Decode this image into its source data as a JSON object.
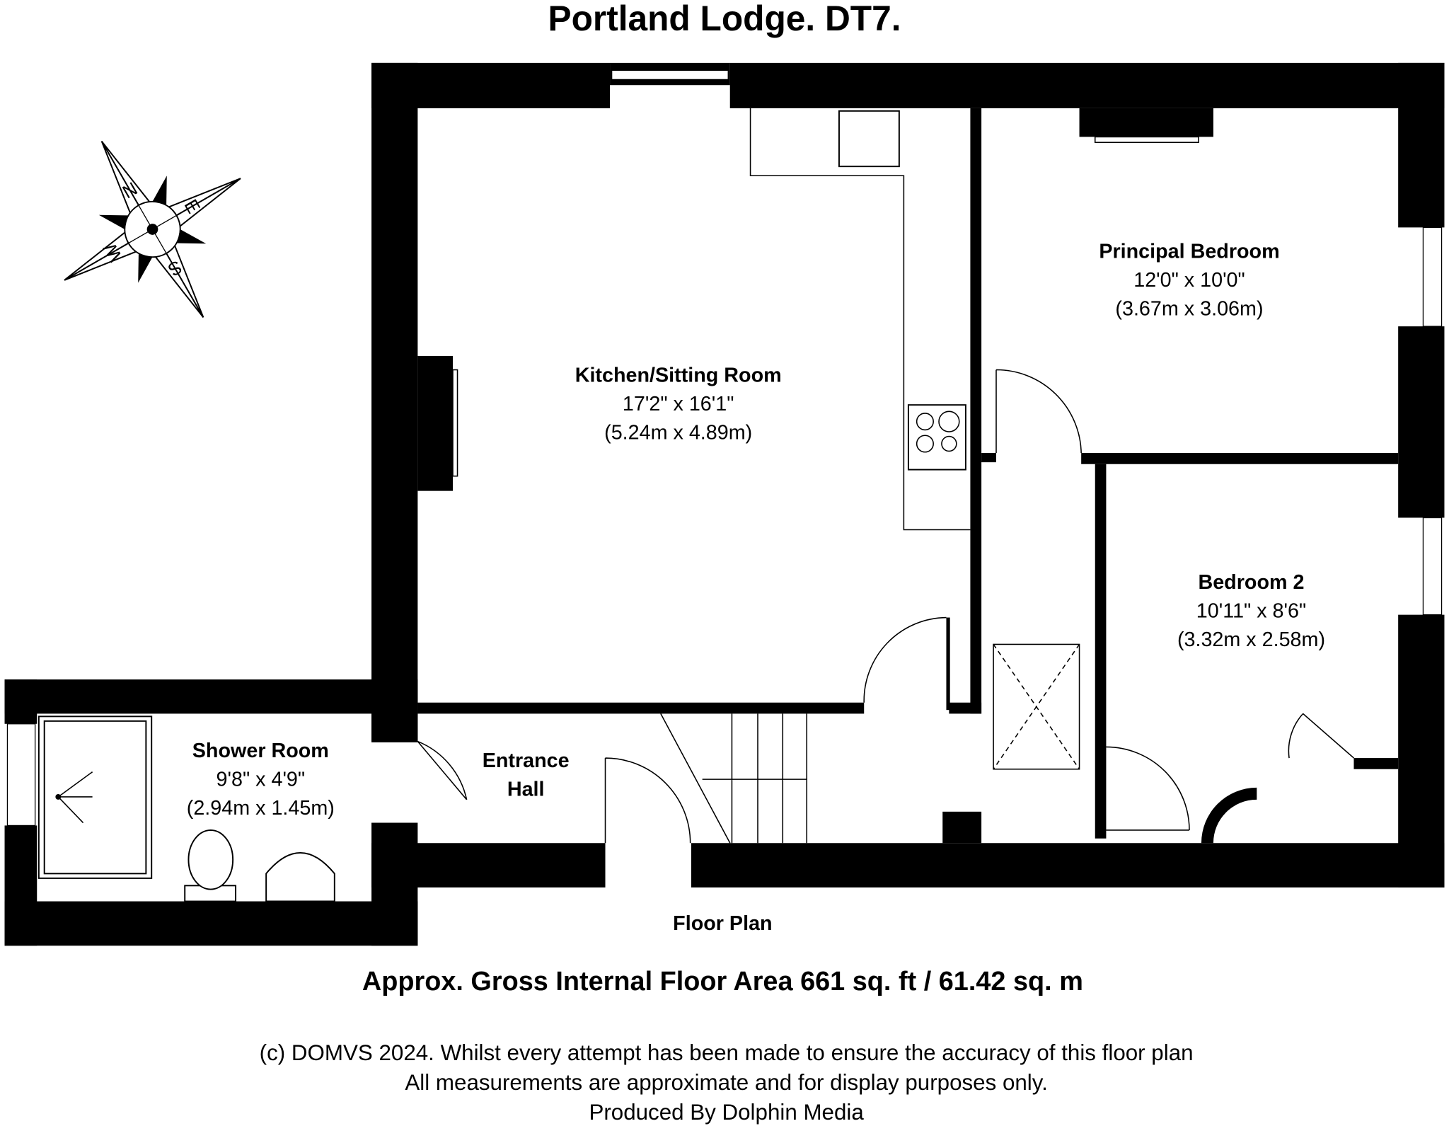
{
  "title": "Portland Lodge. DT7.",
  "rooms": [
    {
      "name": "Kitchen/Sitting Room",
      "imperial": "17'2\" x 16'1\"",
      "metric": "(5.24m x 4.89m)"
    },
    {
      "name": "Principal Bedroom",
      "imperial": "12'0\" x 10'0\"",
      "metric": "(3.67m x 3.06m)"
    },
    {
      "name": "Bedroom 2",
      "imperial": "10'11\" x 8'6\"",
      "metric": "(3.32m x 2.58m)"
    },
    {
      "name": "Shower Room",
      "imperial": "9'8\" x 4'9\"",
      "metric": "(2.94m x 1.45m)"
    },
    {
      "name": "Entrance",
      "name2": "Hall"
    }
  ],
  "floor_label": "Floor Plan",
  "area": "Approx. Gross Internal Floor Area 661 sq. ft / 61.42 sq. m",
  "disclaimer": [
    "(c) DOMVS 2024. Whilst every attempt has been made to ensure the accuracy of this floor plan",
    "All measurements are approximate and for display purposes only.",
    "Produced By Dolphin Media"
  ],
  "compass": {
    "n": "N",
    "e": "E",
    "s": "S",
    "w": "W"
  },
  "colors": {
    "wall": "#000000",
    "background": "#ffffff"
  }
}
